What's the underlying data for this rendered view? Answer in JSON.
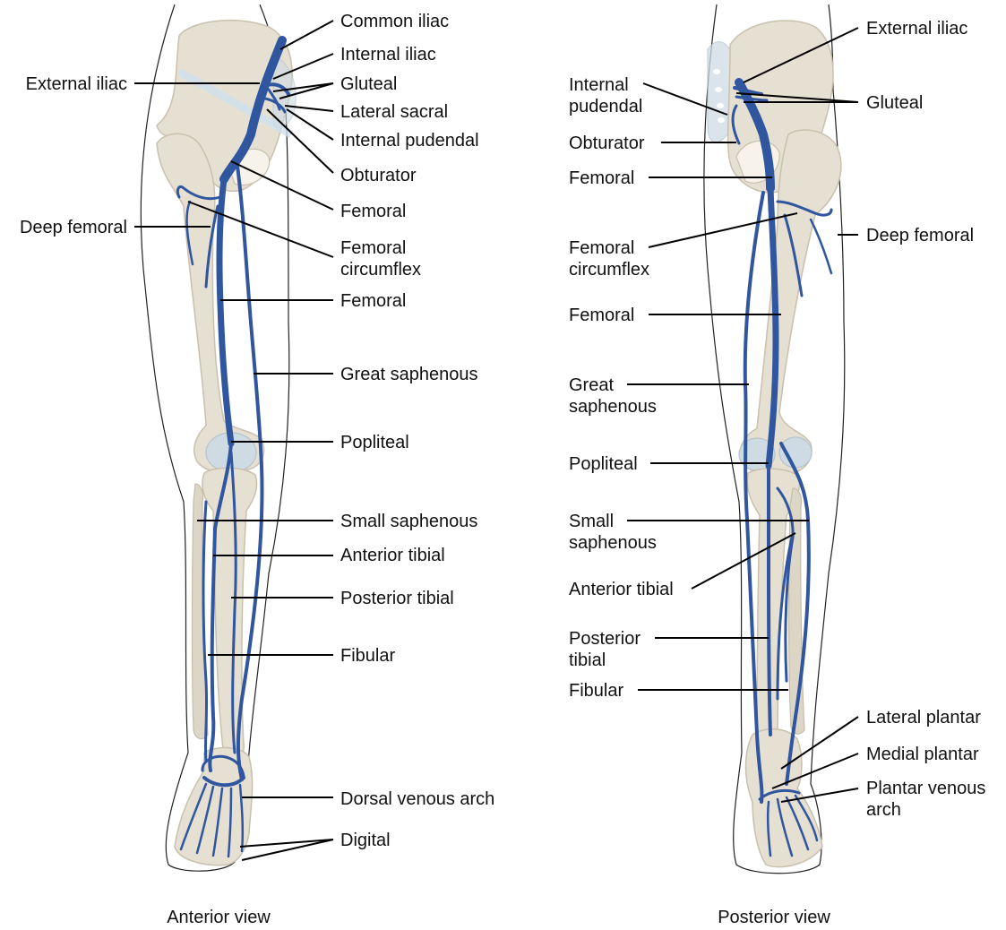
{
  "anterior": {
    "caption": "Anterior view",
    "labels": [
      {
        "id": "common_iliac",
        "text": "Common iliac"
      },
      {
        "id": "internal_iliac",
        "text": "Internal iliac"
      },
      {
        "id": "gluteal",
        "text": "Gluteal"
      },
      {
        "id": "lateral_sacral",
        "text": "Lateral sacral"
      },
      {
        "id": "internal_pudendal",
        "text": "Internal pudendal"
      },
      {
        "id": "obturator",
        "text": "Obturator"
      },
      {
        "id": "femoral_upper",
        "text": "Femoral"
      },
      {
        "id": "femoral_circumflex",
        "text": [
          "Femoral",
          "circumflex"
        ]
      },
      {
        "id": "femoral_lower",
        "text": "Femoral"
      },
      {
        "id": "great_saphenous",
        "text": "Great saphenous"
      },
      {
        "id": "popliteal",
        "text": "Popliteal"
      },
      {
        "id": "small_saphenous",
        "text": "Small saphenous"
      },
      {
        "id": "anterior_tibial",
        "text": "Anterior tibial"
      },
      {
        "id": "posterior_tibial",
        "text": "Posterior tibial"
      },
      {
        "id": "fibular",
        "text": "Fibular"
      },
      {
        "id": "dorsal_venous_arch",
        "text": "Dorsal venous arch"
      },
      {
        "id": "digital",
        "text": "Digital"
      },
      {
        "id": "external_iliac",
        "text": "External iliac"
      },
      {
        "id": "deep_femoral",
        "text": "Deep femoral"
      }
    ]
  },
  "posterior": {
    "caption": "Posterior view",
    "labels": [
      {
        "id": "external_iliac",
        "text": "External iliac"
      },
      {
        "id": "gluteal",
        "text": "Gluteal"
      },
      {
        "id": "deep_femoral",
        "text": "Deep femoral"
      },
      {
        "id": "lateral_plantar",
        "text": "Lateral plantar"
      },
      {
        "id": "medial_plantar",
        "text": "Medial plantar"
      },
      {
        "id": "plantar_venous_arch",
        "text": [
          "Plantar venous",
          "arch"
        ]
      },
      {
        "id": "internal_pudendal",
        "text": [
          "Internal",
          "pudendal"
        ]
      },
      {
        "id": "obturator",
        "text": "Obturator"
      },
      {
        "id": "femoral_upper",
        "text": "Femoral"
      },
      {
        "id": "femoral_circumflex",
        "text": [
          "Femoral",
          "circumflex"
        ]
      },
      {
        "id": "femoral_lower",
        "text": "Femoral"
      },
      {
        "id": "great_saphenous",
        "text": [
          "Great",
          "saphenous"
        ]
      },
      {
        "id": "popliteal",
        "text": "Popliteal"
      },
      {
        "id": "small_saphenous",
        "text": [
          "Small",
          "saphenous"
        ]
      },
      {
        "id": "anterior_tibial",
        "text": "Anterior tibial"
      },
      {
        "id": "posterior_tibial",
        "text": [
          "Posterior",
          "tibial"
        ]
      },
      {
        "id": "fibular",
        "text": "Fibular"
      }
    ]
  },
  "colors": {
    "vein": "#2f569f",
    "bone": "#e6e0d3",
    "cartilage": "#cfdbe3",
    "leader": "#000000"
  }
}
